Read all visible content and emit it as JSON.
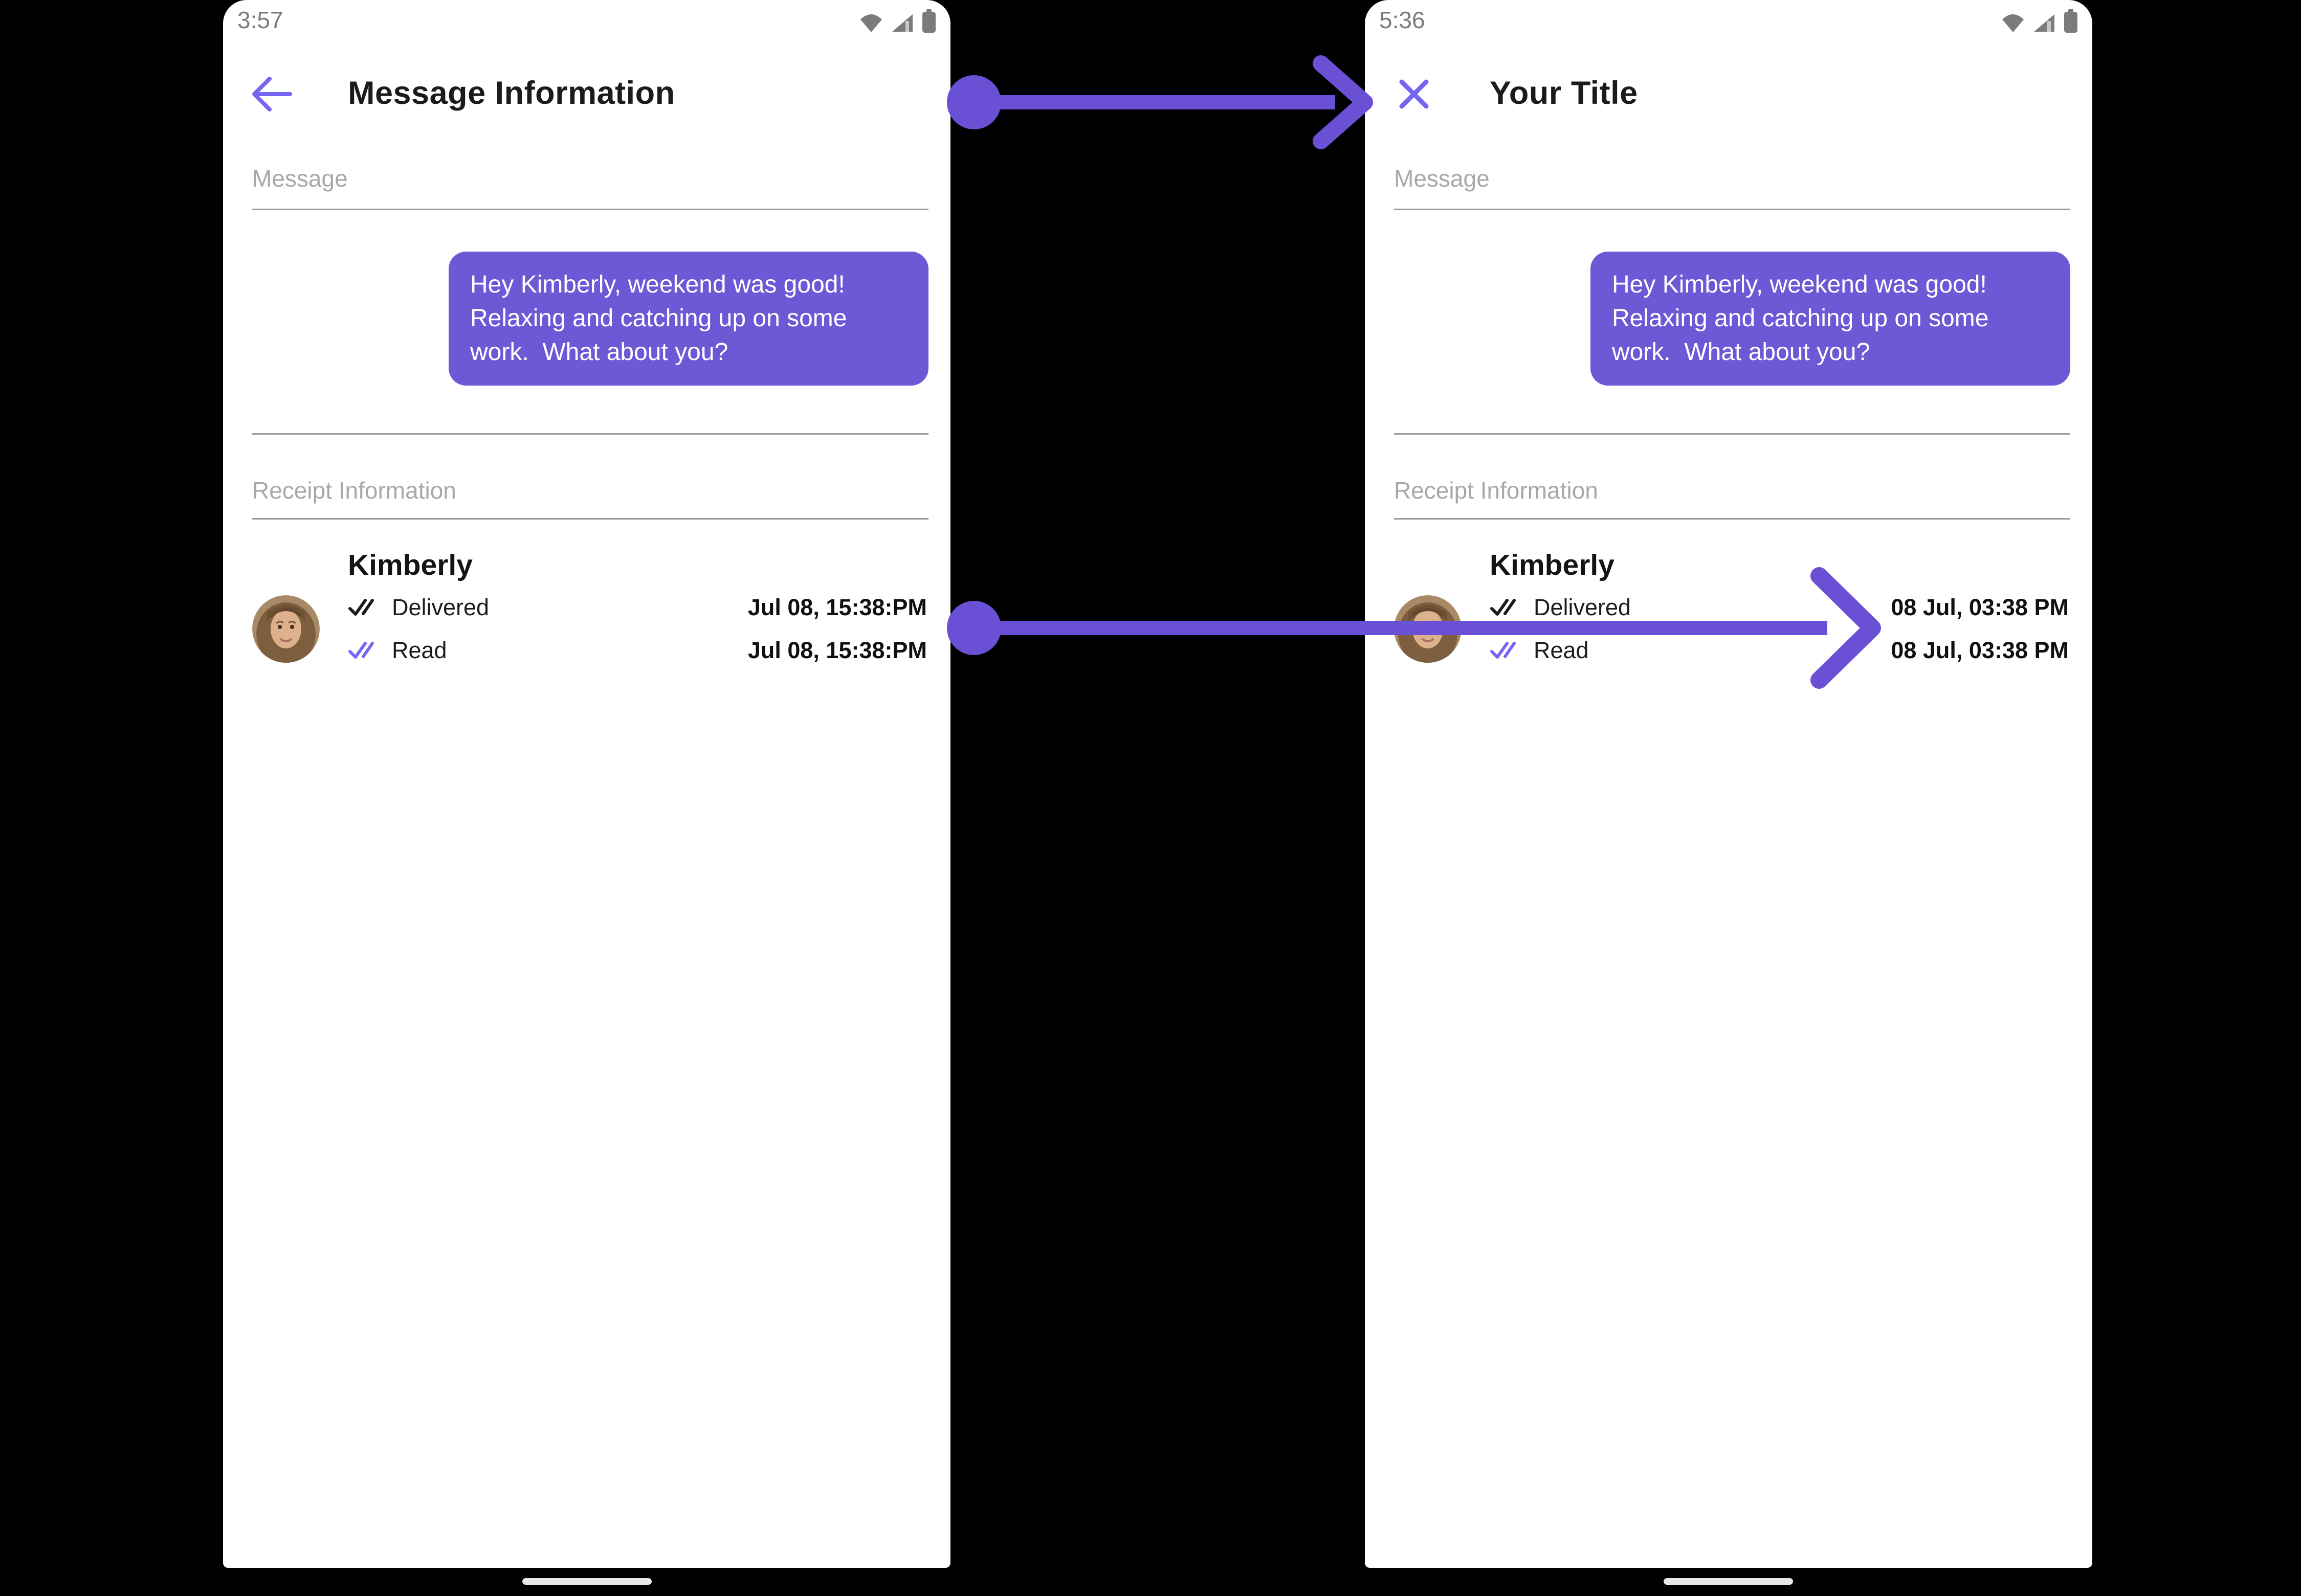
{
  "colors": {
    "accent_icon": "#7565f1",
    "bubble": "#6b59d6",
    "arrow": "#6950d5",
    "read_check": "#7565f1"
  },
  "left_phone": {
    "status_time": "3:57",
    "status_icons": [
      "wifi-icon",
      "cellular-signal-icon",
      "battery-icon"
    ],
    "back_icon": "arrow-left",
    "title": "Message Information",
    "message_label": "Message",
    "bubble_text": "Hey Kimberly, weekend was good!  Relaxing and catching up on some work.  What about you?",
    "receipt_label": "Receipt Information",
    "contact_name": "Kimberly",
    "receipt_rows": [
      {
        "label": "Delivered",
        "time": "Jul 08, 15:38:PM"
      },
      {
        "label": "Read",
        "time": "Jul 08, 15:38:PM"
      }
    ]
  },
  "right_phone": {
    "status_time": "5:36",
    "status_icons": [
      "wifi-icon",
      "cellular-signal-icon",
      "battery-icon"
    ],
    "close_icon": "close-x",
    "title": "Your Title",
    "message_label": "Message",
    "bubble_text": "Hey Kimberly, weekend was good!  Relaxing and catching up on some work.  What about you?",
    "receipt_label": "Receipt Information",
    "contact_name": "Kimberly",
    "receipt_rows": [
      {
        "label": "Delivered",
        "time": "08 Jul, 03:38 PM"
      },
      {
        "label": "Read",
        "time": "08 Jul, 03:38 PM"
      }
    ]
  }
}
